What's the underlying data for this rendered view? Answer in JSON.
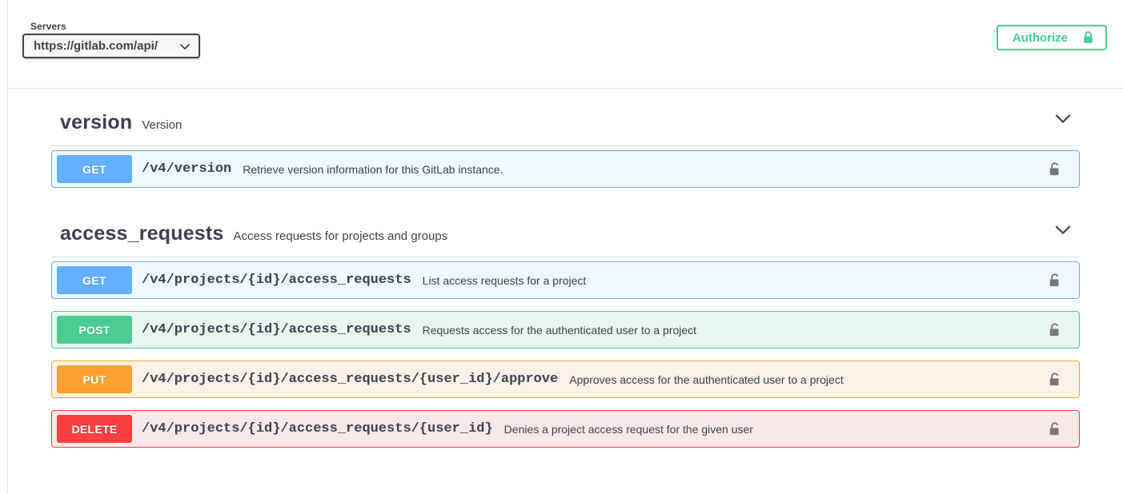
{
  "scheme_bar": {
    "servers_label": "Servers",
    "server_value": "https://gitlab.com/api/",
    "caret_icon": "chevron-down-icon",
    "authorize_label": "Authorize",
    "authorize_icon": "lock-icon"
  },
  "colors": {
    "get": "#61affe",
    "post": "#49cc90",
    "put": "#fca130",
    "delete": "#f93e3e",
    "authorize_green": "#49cc90",
    "text": "#3b4151",
    "lock_gray": "#777777"
  },
  "sections": [
    {
      "name": "version",
      "description": "Version",
      "arrow_icon": "chevron-down-icon",
      "operations": [
        {
          "method": "GET",
          "method_class": "get",
          "path": "/v4/version",
          "summary": "Retrieve version information for this GitLab instance.",
          "lock_icon": "unlocked-padlock-icon"
        }
      ]
    },
    {
      "name": "access_requests",
      "description": "Access requests for projects and groups",
      "arrow_icon": "chevron-down-icon",
      "operations": [
        {
          "method": "GET",
          "method_class": "get",
          "path": "/v4/projects/{id}/access_requests",
          "summary": "List access requests for a project",
          "lock_icon": "unlocked-padlock-icon"
        },
        {
          "method": "POST",
          "method_class": "post",
          "path": "/v4/projects/{id}/access_requests",
          "summary": "Requests access for the authenticated user to a project",
          "lock_icon": "unlocked-padlock-icon"
        },
        {
          "method": "PUT",
          "method_class": "put",
          "path": "/v4/projects/{id}/access_requests/{user_id}/approve",
          "summary": "Approves access for the authenticated user to a project",
          "lock_icon": "unlocked-padlock-icon"
        },
        {
          "method": "DELETE",
          "method_class": "delete",
          "path": "/v4/projects/{id}/access_requests/{user_id}",
          "summary": "Denies a project access request for the given user",
          "lock_icon": "unlocked-padlock-icon"
        }
      ]
    }
  ]
}
